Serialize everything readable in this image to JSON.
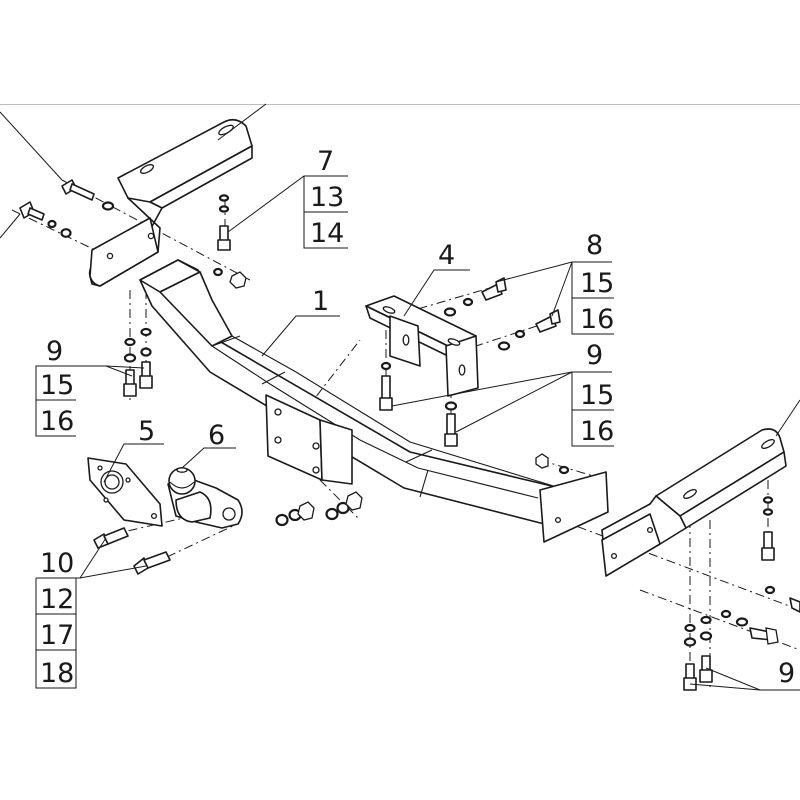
{
  "diagram": {
    "kind": "exploded-assembly",
    "callouts": {
      "top_bracket_bolts": [
        "7",
        "13",
        "14"
      ],
      "left_lower_bolts": [
        "9",
        "15",
        "16"
      ],
      "center_bracket": "4",
      "center_bracket_bolts_upper": [
        "8",
        "15",
        "16"
      ],
      "center_bracket_bolts_lower": [
        "9",
        "15",
        "16"
      ],
      "main_beam": "1",
      "socket_plate": "5",
      "tow_ball": "6",
      "ball_bolts": [
        "10",
        "12",
        "17",
        "18"
      ],
      "right_lower_partial": "9"
    }
  }
}
